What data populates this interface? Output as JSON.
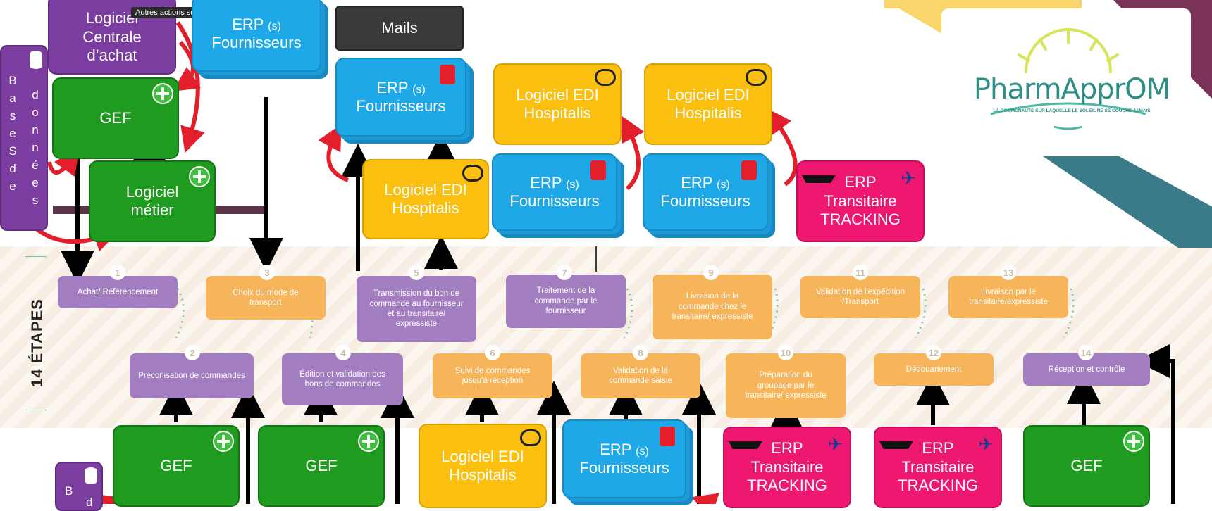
{
  "tooltip": "Autres actions sur les éléments sélectionnés",
  "logo": {
    "name": "PharmApprOM",
    "tagline": "LA COMMUNAUTÉ SUR LAQUELLE LE SOLEIL NE SE COUCHE JAMAIS"
  },
  "sidebar": {
    "title": "14 ÉTAPES"
  },
  "bases": {
    "col1": [
      "B",
      "a",
      "s",
      "e",
      "S",
      "d",
      "e"
    ],
    "col2": [
      "d",
      "o",
      "n",
      "n",
      "é",
      "e",
      "s"
    ],
    "bottom1": "B",
    "bottom2": "d"
  },
  "labels": {
    "logiciel_centrale": "Logiciel Centrale d’achat",
    "gef": "GEF",
    "logiciel_metier": "Logiciel métier",
    "erp": "ERP",
    "erp_s": "(s)",
    "fournisseurs": "Fournisseurs",
    "mails": "Mails",
    "edi": "Logiciel EDI Hospitalis",
    "transitaire": "Transitaire",
    "tracking": "TRACKING"
  },
  "steps": [
    {
      "n": "1",
      "label": "Achat/ Référencement"
    },
    {
      "n": "2",
      "label": "Préconisation de commandes"
    },
    {
      "n": "3",
      "label": "Choix du mode de transport"
    },
    {
      "n": "4",
      "label": "Édition et validation des bons de commandes"
    },
    {
      "n": "5",
      "label": "Transmission du bon de commande au fournisseur et au transitaire/ expressiste"
    },
    {
      "n": "6",
      "label": "Suivi de commandes jusqu'à réception"
    },
    {
      "n": "7",
      "label": "Traitement de la commande par le fournisseur"
    },
    {
      "n": "8",
      "label": "Validation de la commande saisie"
    },
    {
      "n": "9",
      "label": "Livraison de la commande chez le transitaire/ expressiste"
    },
    {
      "n": "10",
      "label": "Préparation du groupage par le transitaire/ expressiste"
    },
    {
      "n": "11",
      "label": "Validation de l'expédition /Transport"
    },
    {
      "n": "12",
      "label": "Dédouanement"
    },
    {
      "n": "13",
      "label": "Livraison par le transitaire/expressiste"
    },
    {
      "n": "14",
      "label": "Réception et contrôle"
    }
  ],
  "colors": {
    "purple": "#7b3ea0",
    "green": "#1f9b1f",
    "blue": "#1fa8e8",
    "yellow": "#fbbf10",
    "pink": "#ee1871",
    "band": "#f6ebdf"
  }
}
